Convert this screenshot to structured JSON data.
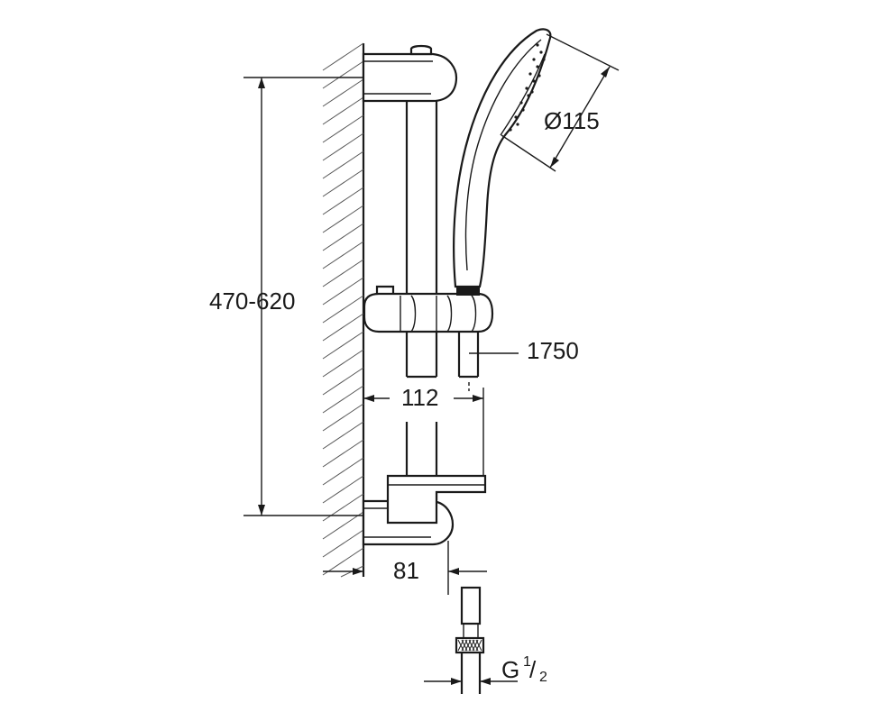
{
  "dimensions": {
    "height_range": "470-620",
    "handset_diameter": "Ø115",
    "hose_length": "1750",
    "slider_projection": "112",
    "wall_projection": "81",
    "thread_main": "G",
    "thread_numerator": "1",
    "thread_denominator": "2"
  },
  "colors": {
    "line": "#1a1a1a",
    "background": "#ffffff"
  }
}
